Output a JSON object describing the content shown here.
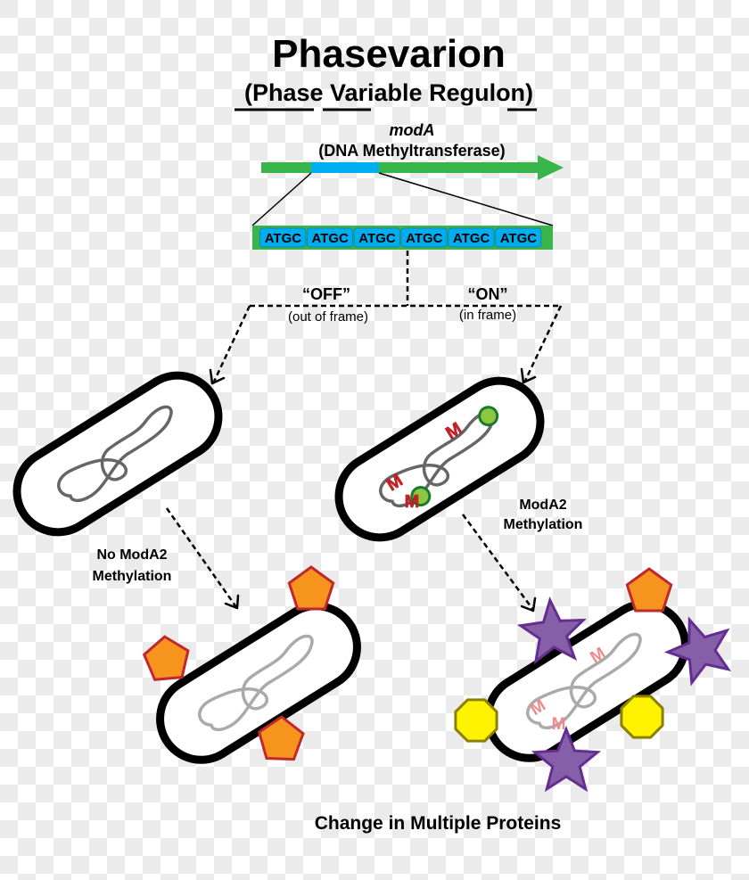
{
  "title": "Phasevarion",
  "subtitle": {
    "open_paren": "(",
    "segments": [
      {
        "text": "Phase",
        "underline": "Phase"
      },
      {
        "text": " Variable",
        "underline": "Vari"
      },
      {
        "text": " Regulon",
        "underline": "on"
      }
    ],
    "full": "(Phase Variable Regulon)",
    "close_paren": ")"
  },
  "gene": {
    "name": "modA",
    "description": "(DNA Methyltransferase)",
    "arrow_color": "#39b54a",
    "repeat_region_color": "#00aeef"
  },
  "repeat_tract": {
    "units": [
      "ATGC",
      "ATGC",
      "ATGC",
      "ATGC",
      "ATGC",
      "ATGC"
    ],
    "unit_color": "#00aeef",
    "flank_color": "#39b54a"
  },
  "branches": {
    "off": {
      "label": "“OFF”",
      "sublabel": "(out of frame)"
    },
    "on": {
      "label": "“ON”",
      "sublabel": "(in frame)"
    }
  },
  "cells": {
    "off_cell": {
      "methylation_marks": 0
    },
    "on_cell": {
      "methylation_marks": [
        "M",
        "M",
        "M"
      ],
      "enzyme_color": "#8dc63f"
    }
  },
  "transitions": {
    "off": {
      "line1": "No ModA2",
      "line2": "Methylation"
    },
    "on": {
      "line1": "ModA2",
      "line2": "Methylation"
    }
  },
  "outcome_cells": {
    "off_result": {
      "proteins": [
        "pentagon",
        "pentagon",
        "pentagon"
      ],
      "methylation_marks": 0
    },
    "on_result": {
      "proteins": [
        "pentagon",
        "star",
        "star",
        "star",
        "octagon",
        "octagon"
      ],
      "methylation_marks": [
        "M",
        "M",
        "M"
      ]
    }
  },
  "colors": {
    "pentagon_fill": "#f7941d",
    "pentagon_stroke": "#c1272d",
    "star_fill": "#8560a8",
    "star_stroke": "#662d91",
    "octagon_fill": "#fff200",
    "octagon_stroke": "#8c7f00",
    "methyl_dark": "#d32027",
    "methyl_light": "#ef8a8c"
  },
  "footer": "Change in Multiple Proteins"
}
